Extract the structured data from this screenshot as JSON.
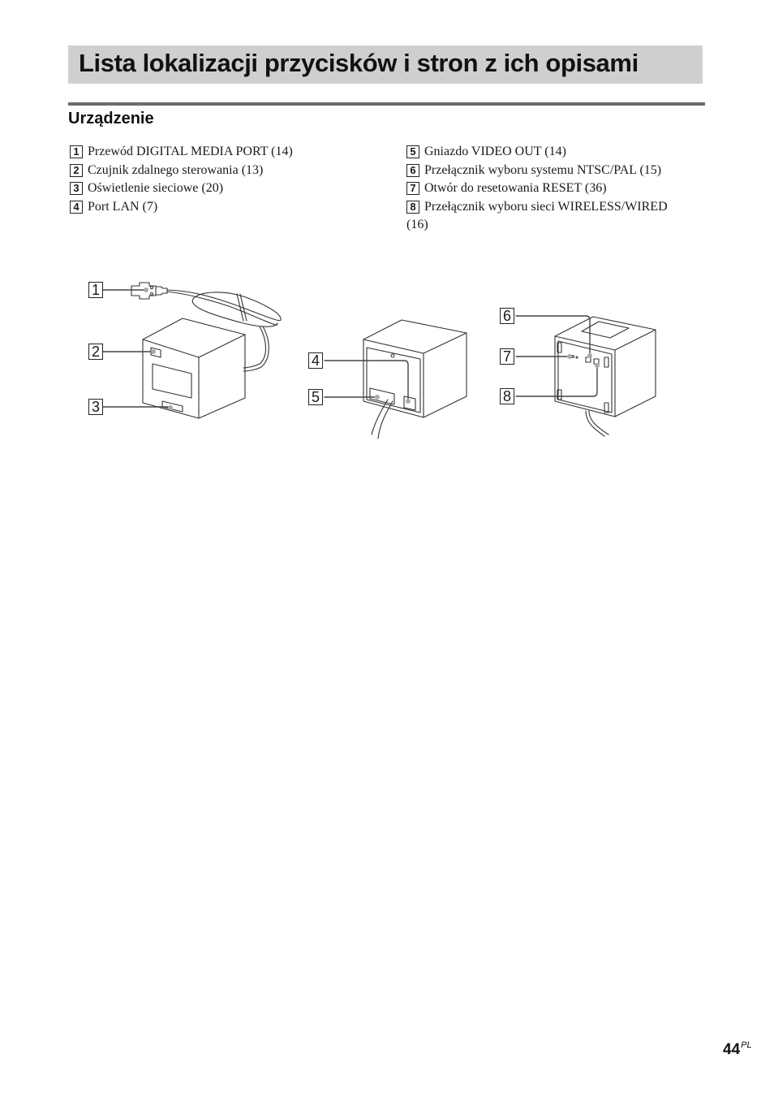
{
  "header": {
    "title": "Lista lokalizacji przycisków i stron z ich opisami"
  },
  "section": {
    "heading": "Urządzenie"
  },
  "items_left": [
    {
      "num": "1",
      "label": "Przewód DIGITAL MEDIA PORT (14)"
    },
    {
      "num": "2",
      "label": "Czujnik zdalnego sterowania (13)"
    },
    {
      "num": "3",
      "label": "Oświetlenie sieciowe (20)"
    },
    {
      "num": "4",
      "label": "Port LAN (7)"
    }
  ],
  "items_right": [
    {
      "num": "5",
      "label": "Gniazdo VIDEO OUT (14)"
    },
    {
      "num": "6",
      "label": "Przełącznik wyboru systemu NTSC/PAL (15)"
    },
    {
      "num": "7",
      "label": "Otwór do resetowania RESET (36)"
    },
    {
      "num": "8",
      "label": "Przełącznik wyboru sieci WIRELESS/WIRED (16)"
    }
  ],
  "illustration": {
    "callouts": [
      "1",
      "2",
      "3",
      "4",
      "5",
      "6",
      "7",
      "8"
    ]
  },
  "footer": {
    "page_number": "44",
    "language_suffix": "PL"
  }
}
